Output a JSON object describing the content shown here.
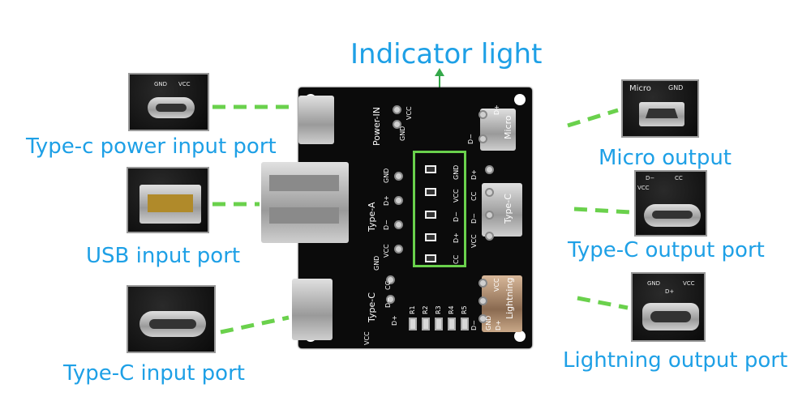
{
  "labels": {
    "indicator": "Indicator light",
    "typec_power": "Type-c power input port",
    "usb_input": "USB input port",
    "typec_input": "Type-C input port",
    "micro_output": "Micro output",
    "typec_output": "Type-C output port",
    "lightning_output": "Lightning output port"
  },
  "board_silk": {
    "power_in": "Power-IN",
    "vcc": "VCC",
    "gnd": "GND",
    "d_plus": "D+",
    "d_minus": "D−",
    "cc": "CC",
    "type_a": "Type-A",
    "type_c": "Type-C",
    "micro": "Micro",
    "lightning": "Lightning",
    "r1": "R1",
    "r2": "R2",
    "r3": "R3",
    "r4": "R4",
    "r5": "R5"
  },
  "photo_silk": {
    "micro": "Micro",
    "gnd": "GND",
    "vcc": "VCC",
    "cc": "CC",
    "d_minus": "D−",
    "d_plus": "D+"
  },
  "colors": {
    "label_blue": "#1ea0e6",
    "connector_green": "#6ad14c",
    "arrow_green": "#35a84a"
  }
}
